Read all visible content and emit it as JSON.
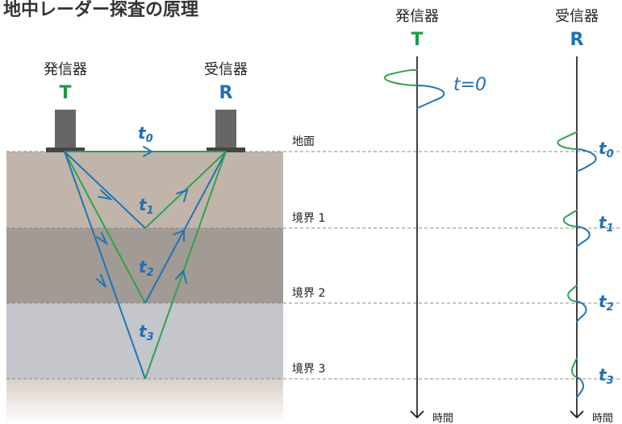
{
  "title": "地中レーダー探査の原理",
  "transmitter": {
    "label": "発信器",
    "letter": "T"
  },
  "receiver": {
    "label": "受信器",
    "letter": "R"
  },
  "boundaries": [
    "地面",
    "境界 1",
    "境界 2",
    "境界 3"
  ],
  "time_label": "時間",
  "t_zero": "t=0",
  "travel_times": [
    {
      "base": "t",
      "sub": "0"
    },
    {
      "base": "t",
      "sub": "1"
    },
    {
      "base": "t",
      "sub": "2"
    },
    {
      "base": "t",
      "sub": "3"
    }
  ],
  "colors": {
    "green": "#2ea34a",
    "blue": "#2074b5",
    "letter_green": "#1f9a45",
    "letter_blue": "#1f6fb4",
    "layer_0": "#c1b5ab",
    "layer_1": "#a29a95",
    "layer_2": "#c4c6cb",
    "antenna": "#666666"
  }
}
